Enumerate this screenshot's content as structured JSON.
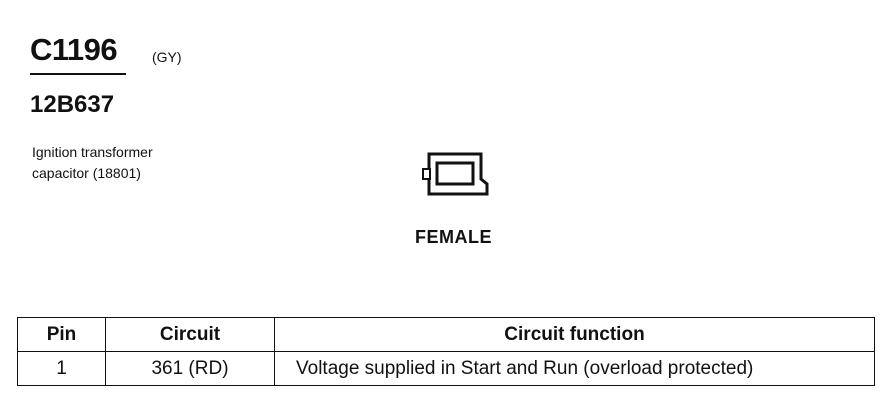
{
  "connector": {
    "id": "C1196",
    "color": "(GY)",
    "part_number": "12B637",
    "description_line1": "Ignition transformer",
    "description_line2": "capacitor (18801)",
    "gender": "FEMALE"
  },
  "pin_table": {
    "headers": {
      "pin": "Pin",
      "circuit": "Circuit",
      "function": "Circuit function"
    },
    "rows": [
      {
        "pin": "1",
        "circuit": "361 (RD)",
        "function": "Voltage supplied in Start and Run (overload protected)"
      }
    ]
  }
}
